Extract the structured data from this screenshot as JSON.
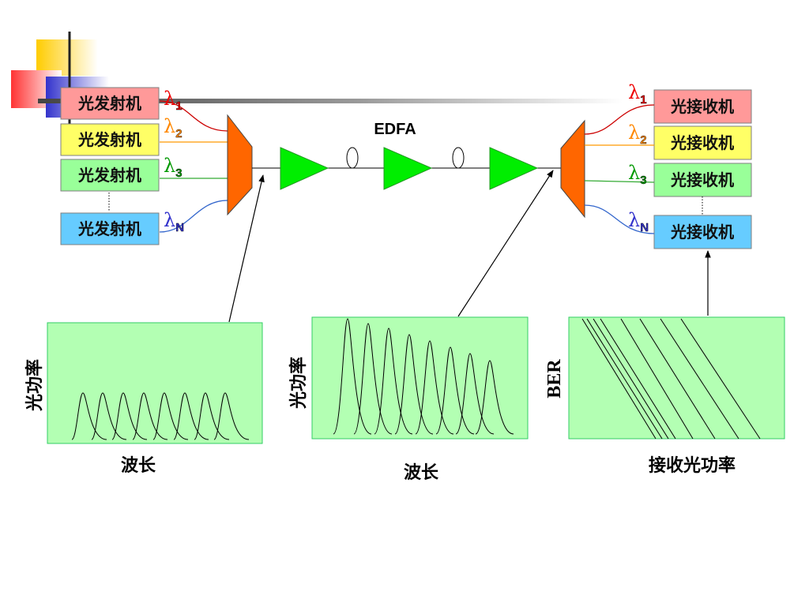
{
  "title": "EDFA",
  "transmitters": [
    {
      "label": "光发射机",
      "lambda_sub": "1",
      "box_color": "#ff9999",
      "line_color": "#cc0000",
      "lambda_color": "#ee0000"
    },
    {
      "label": "光发射机",
      "lambda_sub": "2",
      "box_color": "#ffff66",
      "line_color": "#ff9900",
      "lambda_color": "#ff8800"
    },
    {
      "label": "光发射机",
      "lambda_sub": "3",
      "box_color": "#99ff99",
      "line_color": "#33aa33",
      "lambda_color": "#009900"
    },
    {
      "label": "光发射机",
      "lambda_sub": "N",
      "box_color": "#66ccff",
      "line_color": "#3366cc",
      "lambda_color": "#3333cc"
    }
  ],
  "receivers": [
    {
      "label": "光接收机",
      "lambda_sub": "1",
      "box_color": "#ff9999",
      "line_color": "#cc0000",
      "lambda_color": "#ee0000"
    },
    {
      "label": "光接收机",
      "lambda_sub": "2",
      "box_color": "#ffff66",
      "line_color": "#ff9900",
      "lambda_color": "#ff8800"
    },
    {
      "label": "光接收机",
      "lambda_sub": "3",
      "box_color": "#99ff99",
      "line_color": "#33aa33",
      "lambda_color": "#009900"
    },
    {
      "label": "光接收机",
      "lambda_sub": "N",
      "box_color": "#66ccff",
      "line_color": "#3366cc",
      "lambda_color": "#3333cc"
    }
  ],
  "lambda_symbol": "λ",
  "colors": {
    "mux": "#ff6600",
    "amplifier": "#00ee00",
    "panel_fill": "#b3ffb3",
    "panel_border": "#33cc66",
    "deco_yellow": "#ffcc00",
    "deco_red": "#ff3333",
    "deco_blue": "#3333cc"
  },
  "panels": [
    {
      "ylabel": "光功率",
      "xlabel": "波长"
    },
    {
      "ylabel": "光功率",
      "xlabel": "波长"
    },
    {
      "ylabel": "BER",
      "xlabel": "接收光功率"
    }
  ]
}
